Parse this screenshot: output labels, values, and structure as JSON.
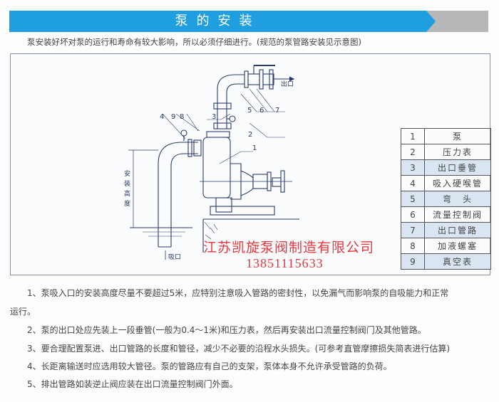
{
  "header": {
    "title": "泵的安装"
  },
  "intro": "泵安装好坏对泵的运行和寿命有较大影响，所以必须仔细进行。(规范的泵管路安装见示意图)",
  "diagram": {
    "outlet_label": "出口",
    "inlet_label": "吸口",
    "height_label": [
      "安",
      "装",
      "高",
      "度"
    ],
    "callouts": [
      "1",
      "2",
      "3",
      "4",
      "5",
      "6",
      "7",
      "8",
      "9"
    ]
  },
  "legend": [
    {
      "num": "1",
      "label": "泵"
    },
    {
      "num": "2",
      "label": "压力表"
    },
    {
      "num": "3",
      "label": "出口垂管"
    },
    {
      "num": "4",
      "label": "吸入硬喉管"
    },
    {
      "num": "5",
      "label": "弯　头"
    },
    {
      "num": "6",
      "label": "流量控制阀"
    },
    {
      "num": "7",
      "label": "出口管路"
    },
    {
      "num": "8",
      "label": "加液螺塞"
    },
    {
      "num": "9",
      "label": "真空表"
    }
  ],
  "watermark": {
    "company": "江苏凯旋泵阀制造有限公司",
    "phone": "13851115633"
  },
  "notes": [
    "1、泵吸入口的安装高度尽量不要超过5米，应特别注意吸入管路的密封性，以免漏气而影响泵的自吸能力和正常",
    "运行。",
    "2、泵的出口处应先装上一段垂管(一般为0.4～1米)和压力表，然后再安装出口流量控制阀门及其他管路。",
    "3、要合理配置泵进、出口管路的长度和管径，减少不必要的沿程水头损失。(可参考直管摩擦损失简表进行估算)",
    "4、长距离输送时应选用较大管径。泵的管路应有自己的支架，泵体本身不允许承受管路的负荷。",
    "5、排出管路如装逆止阀应装在出口流量控制阀门外面。"
  ]
}
